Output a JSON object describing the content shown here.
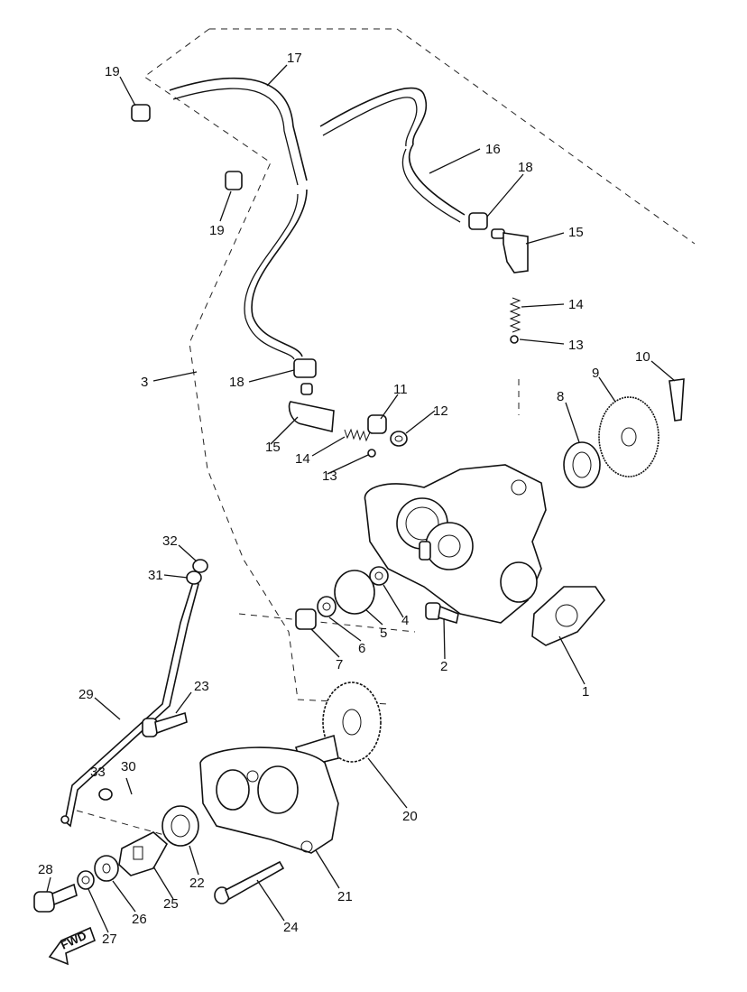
{
  "diagram": {
    "callouts": [
      "1",
      "2",
      "3",
      "4",
      "5",
      "6",
      "7",
      "8",
      "9",
      "10",
      "11",
      "12",
      "13",
      "13",
      "14",
      "14",
      "15",
      "15",
      "16",
      "17",
      "18",
      "18",
      "19",
      "19",
      "20",
      "21",
      "22",
      "23",
      "24",
      "25",
      "26",
      "27",
      "28",
      "29",
      "30",
      "31",
      "32",
      "33"
    ],
    "direction_marker": "FWD"
  }
}
